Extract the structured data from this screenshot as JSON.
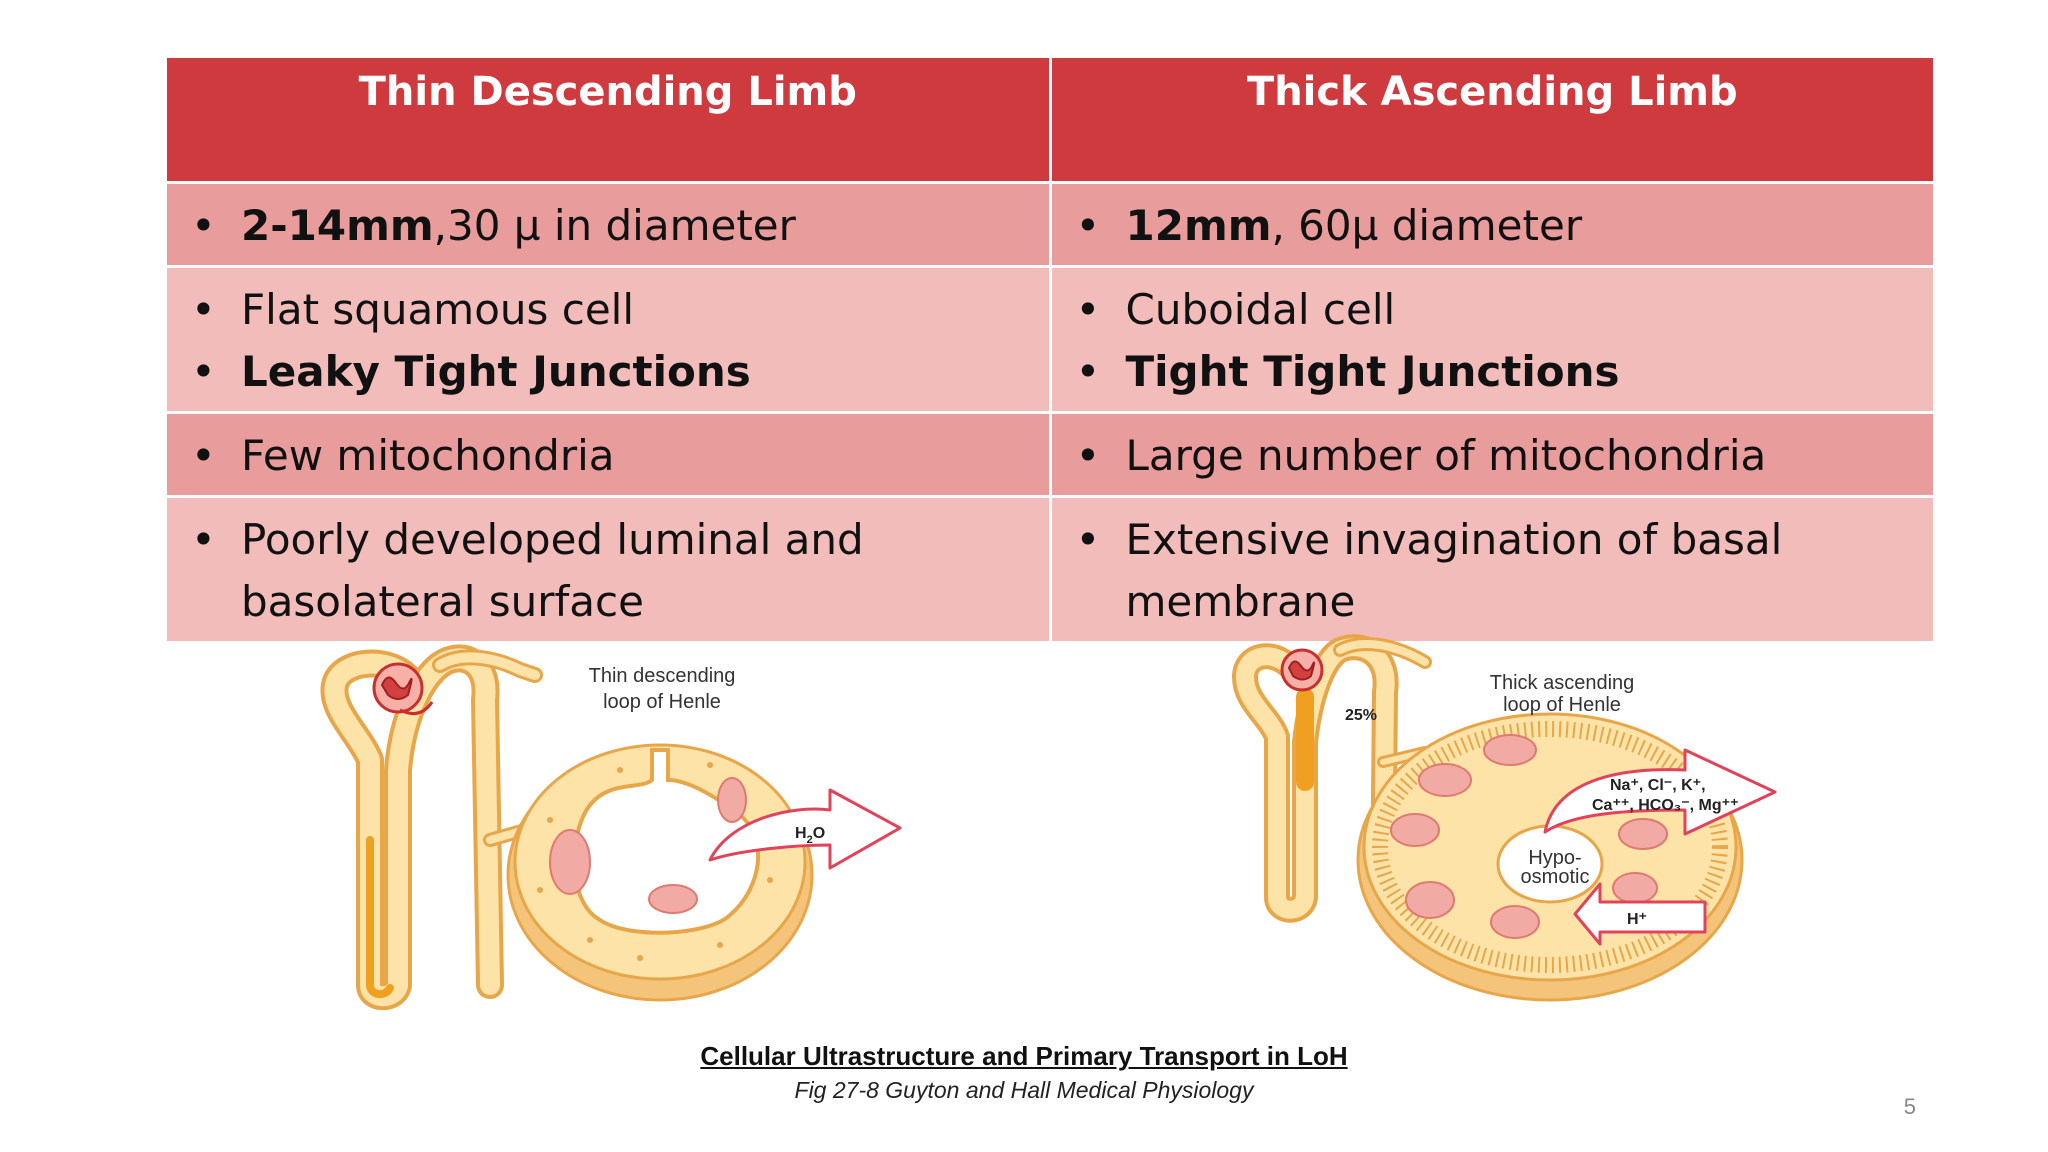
{
  "table": {
    "headers": [
      "Thin Descending Limb",
      "Thick Ascending Limb"
    ],
    "rows": [
      {
        "left": [
          {
            "bold": "2-14mm",
            "rest": ",30 µ in diameter"
          }
        ],
        "right": [
          {
            "bold": "12mm",
            "rest": ", 60µ diameter"
          }
        ]
      },
      {
        "left": [
          {
            "bold": "",
            "rest": "Flat squamous cell"
          },
          {
            "bold": "Leaky Tight Junctions",
            "rest": ""
          }
        ],
        "right": [
          {
            "bold": "",
            "rest": "Cuboidal cell"
          },
          {
            "bold": "Tight Tight Junctions",
            "rest": ""
          }
        ]
      },
      {
        "left": [
          {
            "bold": "",
            "rest": "Few mitochondria"
          }
        ],
        "right": [
          {
            "bold": "",
            "rest": "Large number  of mitochondria"
          }
        ]
      },
      {
        "left": [
          {
            "bold": "",
            "rest": "Poorly developed luminal and basolateral surface"
          }
        ],
        "right": [
          {
            "bold": "",
            "rest": "Extensive invagination of basal membrane"
          }
        ]
      }
    ]
  },
  "figures": {
    "left": {
      "label_line1": "Thin descending",
      "label_line2": "loop of Henle",
      "arrow_label": "H",
      "arrow_label_sub": "2",
      "arrow_label_end": "O"
    },
    "right": {
      "label_line1": "Thick ascending",
      "label_line2": "loop of Henle",
      "percent": "25%",
      "ions_line1": "Na⁺, Cl⁻, K⁺,",
      "ions_line2": "Ca⁺⁺, HCO₃⁻, Mg⁺⁺",
      "center_line1": "Hypo-",
      "center_line2": "osmotic",
      "proton": "H⁺"
    }
  },
  "caption": {
    "title": "Cellular Ultrastructure and Primary Transport in LoH",
    "source": "Fig 27-8 Guyton and Hall Medical Physiology"
  },
  "page_number": "5",
  "colors": {
    "header_red": "#cf3a3f",
    "row_dark": "#e89c9b",
    "row_light": "#f2bcbb",
    "tubule_fill": "#fde3a7",
    "tubule_stroke": "#e7a64a",
    "nucleus_fill": "#f2aaa5",
    "arrow_stroke": "#e0435a"
  }
}
